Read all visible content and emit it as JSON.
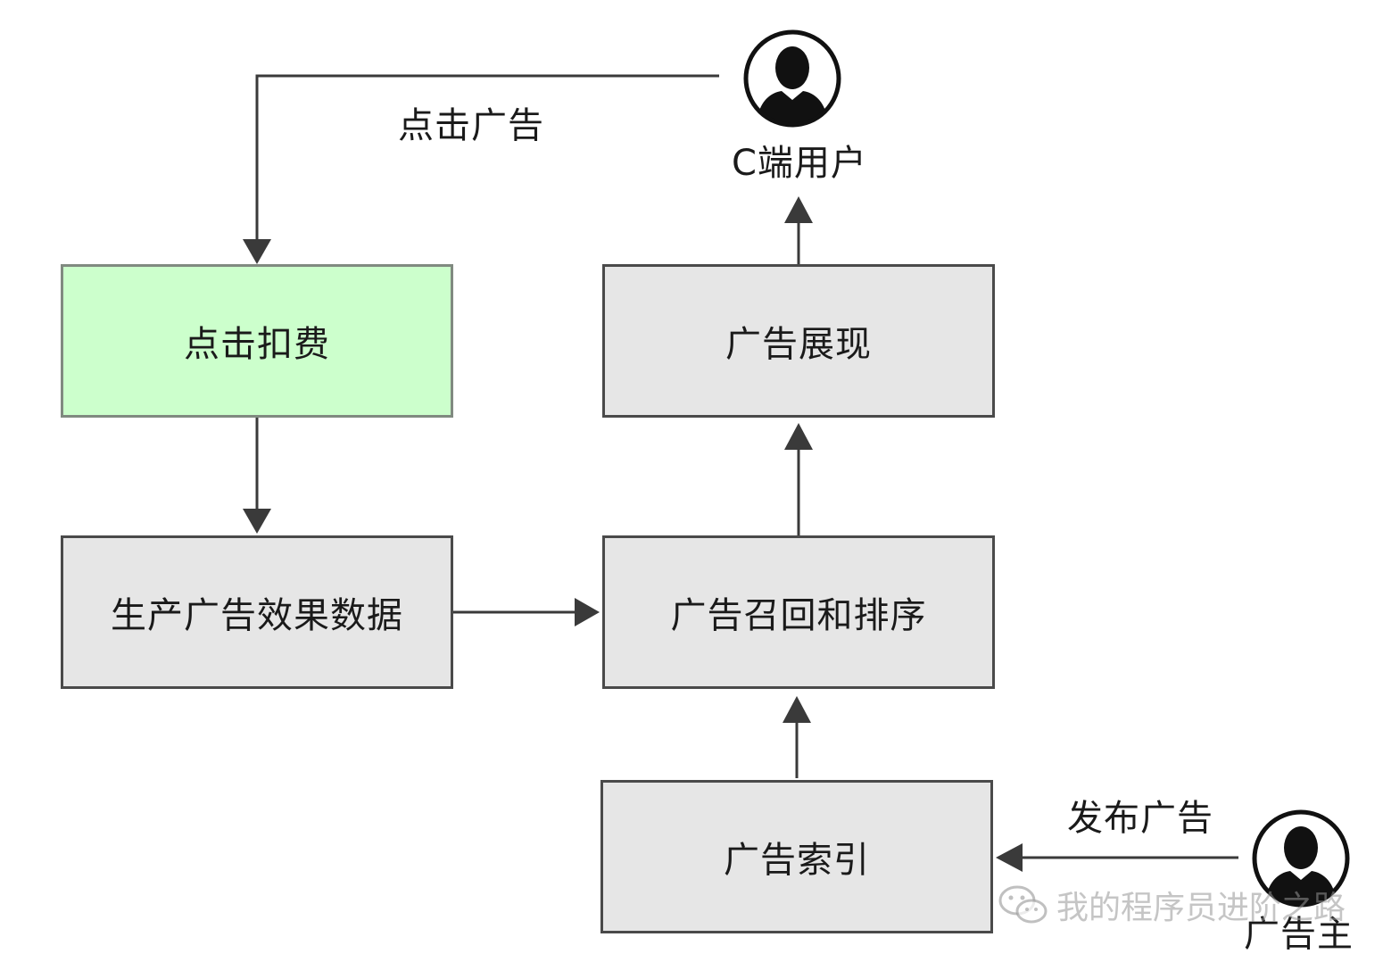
{
  "nodes": {
    "click_charge": "点击扣费",
    "produce_data": "生产广告效果数据",
    "ad_display": "广告展现",
    "recall_rank": "广告召回和排序",
    "ad_index": "广告索引"
  },
  "edge_labels": {
    "click_ad": "点击广告",
    "publish_ad": "发布广告"
  },
  "actors": {
    "c_user": "C端用户",
    "advertiser": "广告主"
  },
  "watermark": "我的程序员进阶之路",
  "colors": {
    "box_fill": "#e6e6e6",
    "box_fill_highlight": "#ccffcc",
    "stroke": "#4a4a4a"
  }
}
